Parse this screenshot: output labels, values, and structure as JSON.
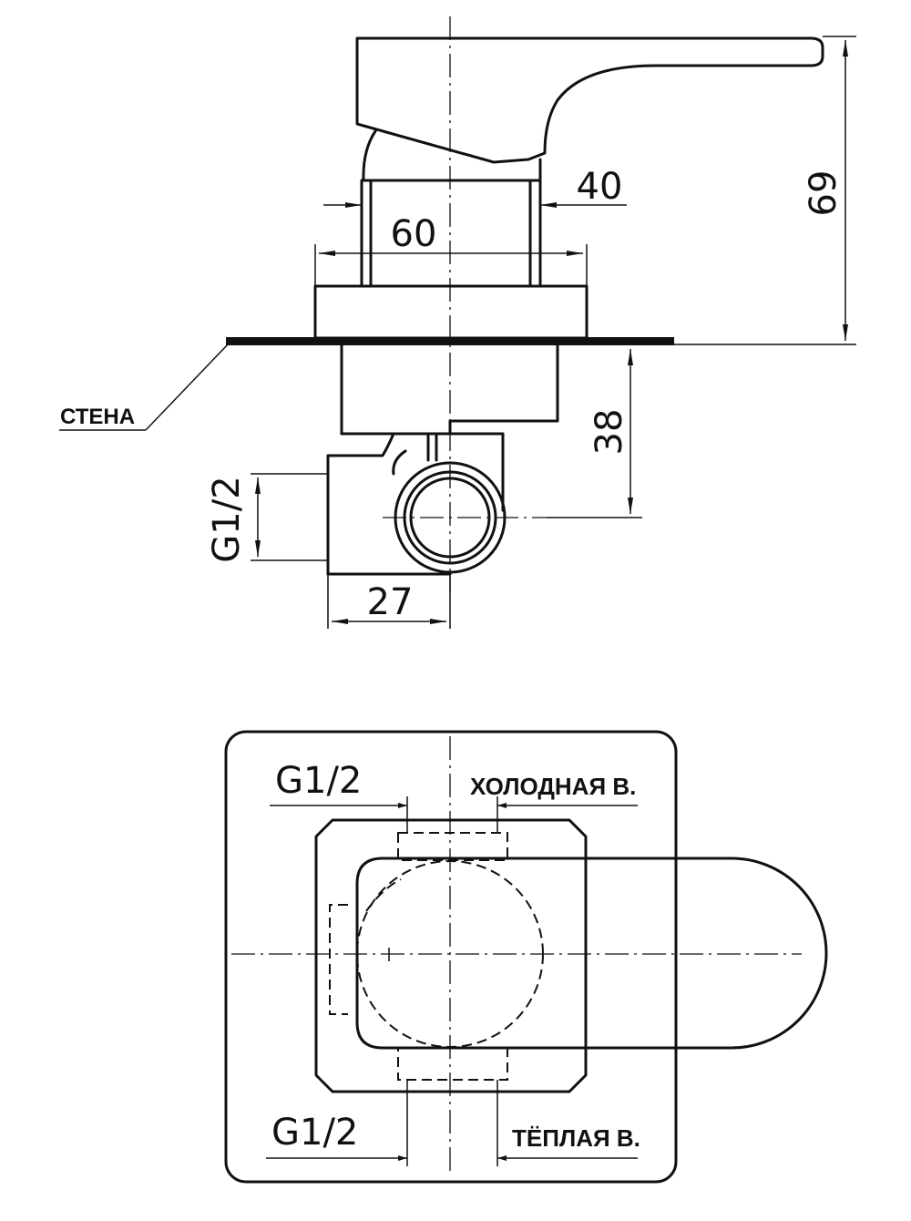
{
  "side_view": {
    "dim_height": "69",
    "dim_stem": "40",
    "dim_flange": "60",
    "dim_depth": "38",
    "dim_thread": "G1/2",
    "dim_body": "27",
    "wall_label": "СТЕНА"
  },
  "front_view": {
    "thread_top": "G1/2",
    "cold_label": "ХОЛОДНАЯ В.",
    "thread_bottom": "G1/2",
    "warm_label": "ТЁПЛАЯ В."
  }
}
